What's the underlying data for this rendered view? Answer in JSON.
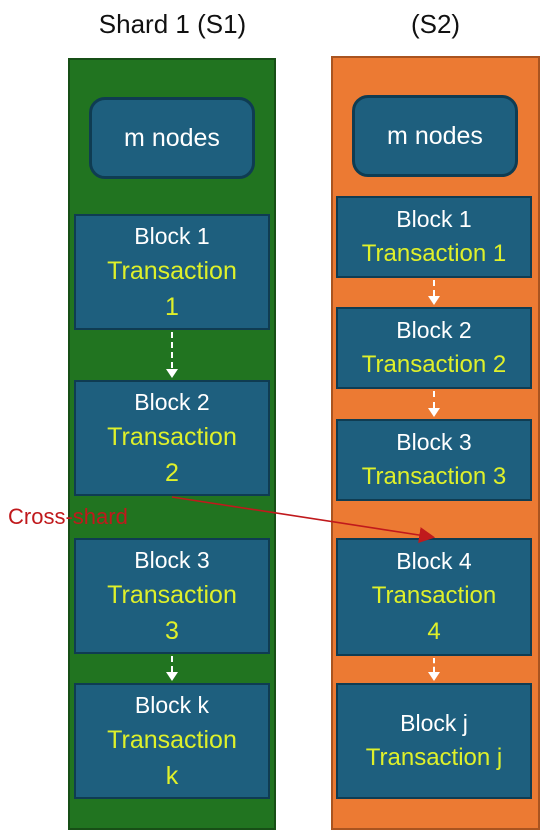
{
  "shards": [
    {
      "title": "Shard 1 (S1)",
      "nodes_label": "m nodes",
      "blocks": [
        {
          "name": "Block 1",
          "tx_line1": "Transaction",
          "tx_line2": "1"
        },
        {
          "name": "Block 2",
          "tx_line1": "Transaction",
          "tx_line2": "2"
        },
        {
          "name": "Block 3",
          "tx_line1": "Transaction",
          "tx_line2": "3"
        },
        {
          "name": "Block k",
          "tx_line1": "Transaction",
          "tx_line2": "k"
        }
      ]
    },
    {
      "title": "(S2)",
      "nodes_label": "m nodes",
      "blocks": [
        {
          "name": "Block 1",
          "tx_line1": "Transaction 1",
          "tx_line2": ""
        },
        {
          "name": "Block 2",
          "tx_line1": "Transaction 2",
          "tx_line2": ""
        },
        {
          "name": "Block 3",
          "tx_line1": "Transaction 3",
          "tx_line2": ""
        },
        {
          "name": "Block 4",
          "tx_line1": "Transaction",
          "tx_line2": "4"
        },
        {
          "name": "Block j",
          "tx_line1": "Transaction j",
          "tx_line2": ""
        }
      ]
    }
  ],
  "cross_shard": {
    "label": "Cross-shard",
    "color": "#c0191c"
  },
  "colors": {
    "shard1_bg": "#217420",
    "shard2_bg": "#ec7a33",
    "block_bg": "#1e5f7e",
    "block_text": "#ffffff",
    "tx_text": "#dff02a"
  }
}
